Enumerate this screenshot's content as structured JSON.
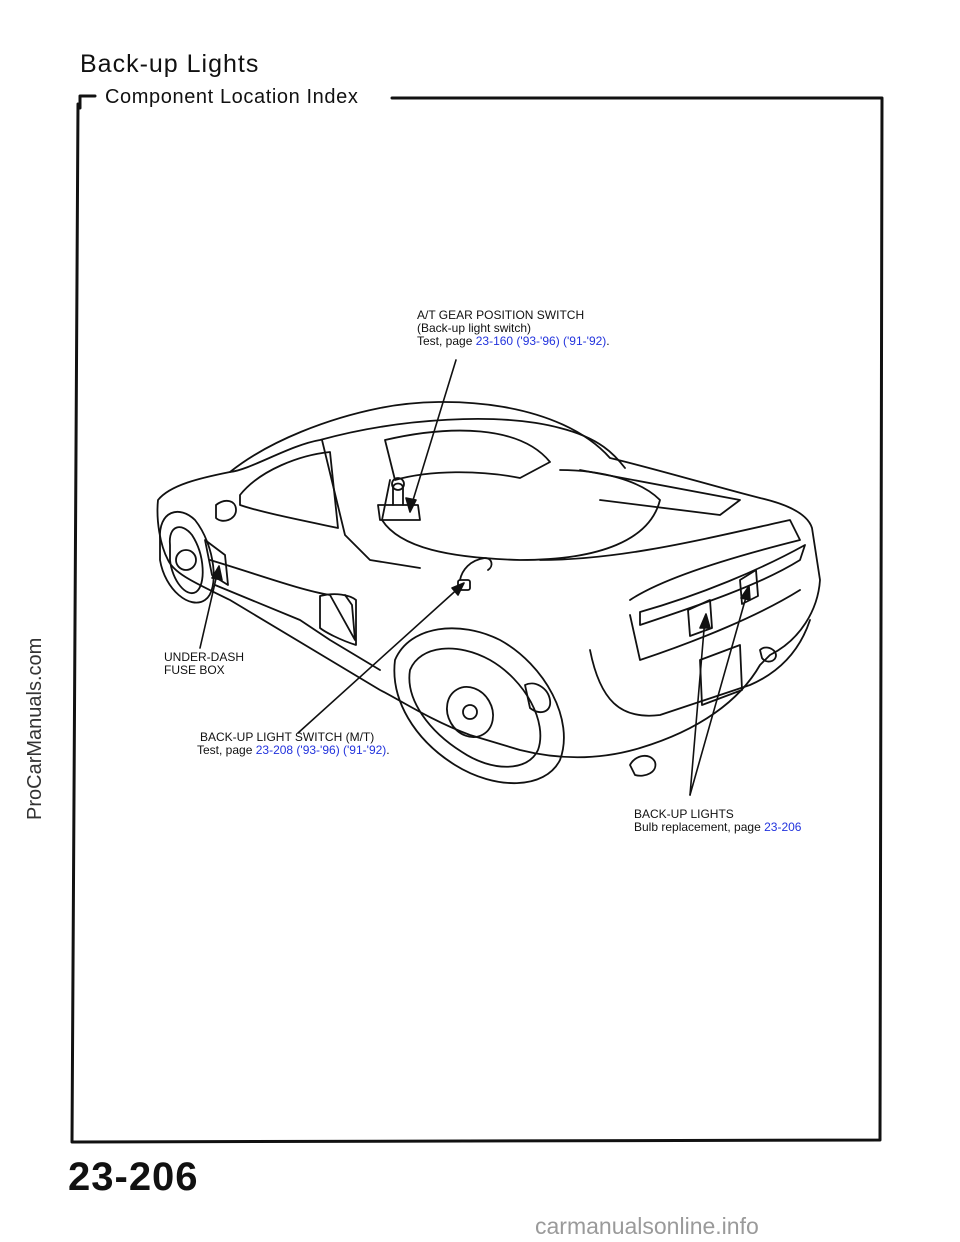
{
  "page": {
    "title": "Back-up Lights",
    "subtitle": "Component Location Index",
    "page_number": "23-206"
  },
  "callouts": {
    "at_switch": {
      "line1": "A/T GEAR POSITION SWITCH",
      "line2": "(Back-up light switch)",
      "test_prefix": "Test, page ",
      "link": "23-160 ('93-'96) ('91-'92)",
      "suffix": "."
    },
    "fuse_box": {
      "line1": "UNDER-DASH",
      "line2": "FUSE BOX"
    },
    "mt_switch": {
      "line1": "BACK-UP LIGHT SWITCH (M/T)",
      "test_prefix": "Test, page ",
      "link": "23-208 ('93-'96) ('91-'92)",
      "suffix": "."
    },
    "lights": {
      "line1": "BACK-UP LIGHTS",
      "bulb_prefix": "Bulb replacement, page ",
      "link": "23-206"
    }
  },
  "watermarks": {
    "side": "ProCarManuals.com",
    "footer": "carmanualsonline.info"
  },
  "colors": {
    "link": "#2233dd",
    "ink": "#111111"
  }
}
